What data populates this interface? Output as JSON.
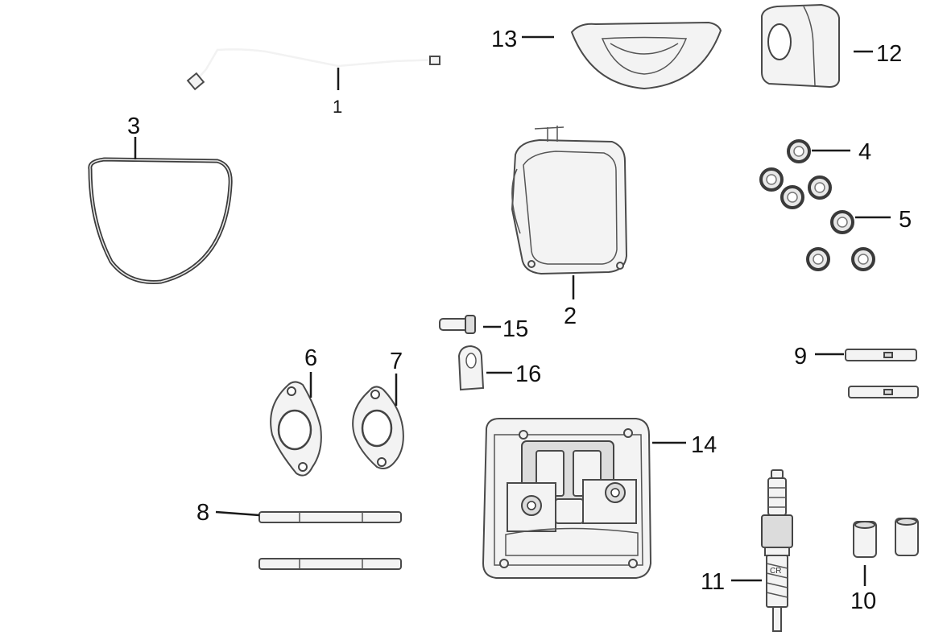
{
  "labels": {
    "p1": "1",
    "p2": "2",
    "p3": "3",
    "p4": "4",
    "p5": "5",
    "p6": "6",
    "p7": "7",
    "p8": "8",
    "p9": "9",
    "p10": "10",
    "p11": "11",
    "p12": "12",
    "p13": "13",
    "p14": "14",
    "p15": "15",
    "p16": "16"
  },
  "spark_plug_marking": "CR"
}
